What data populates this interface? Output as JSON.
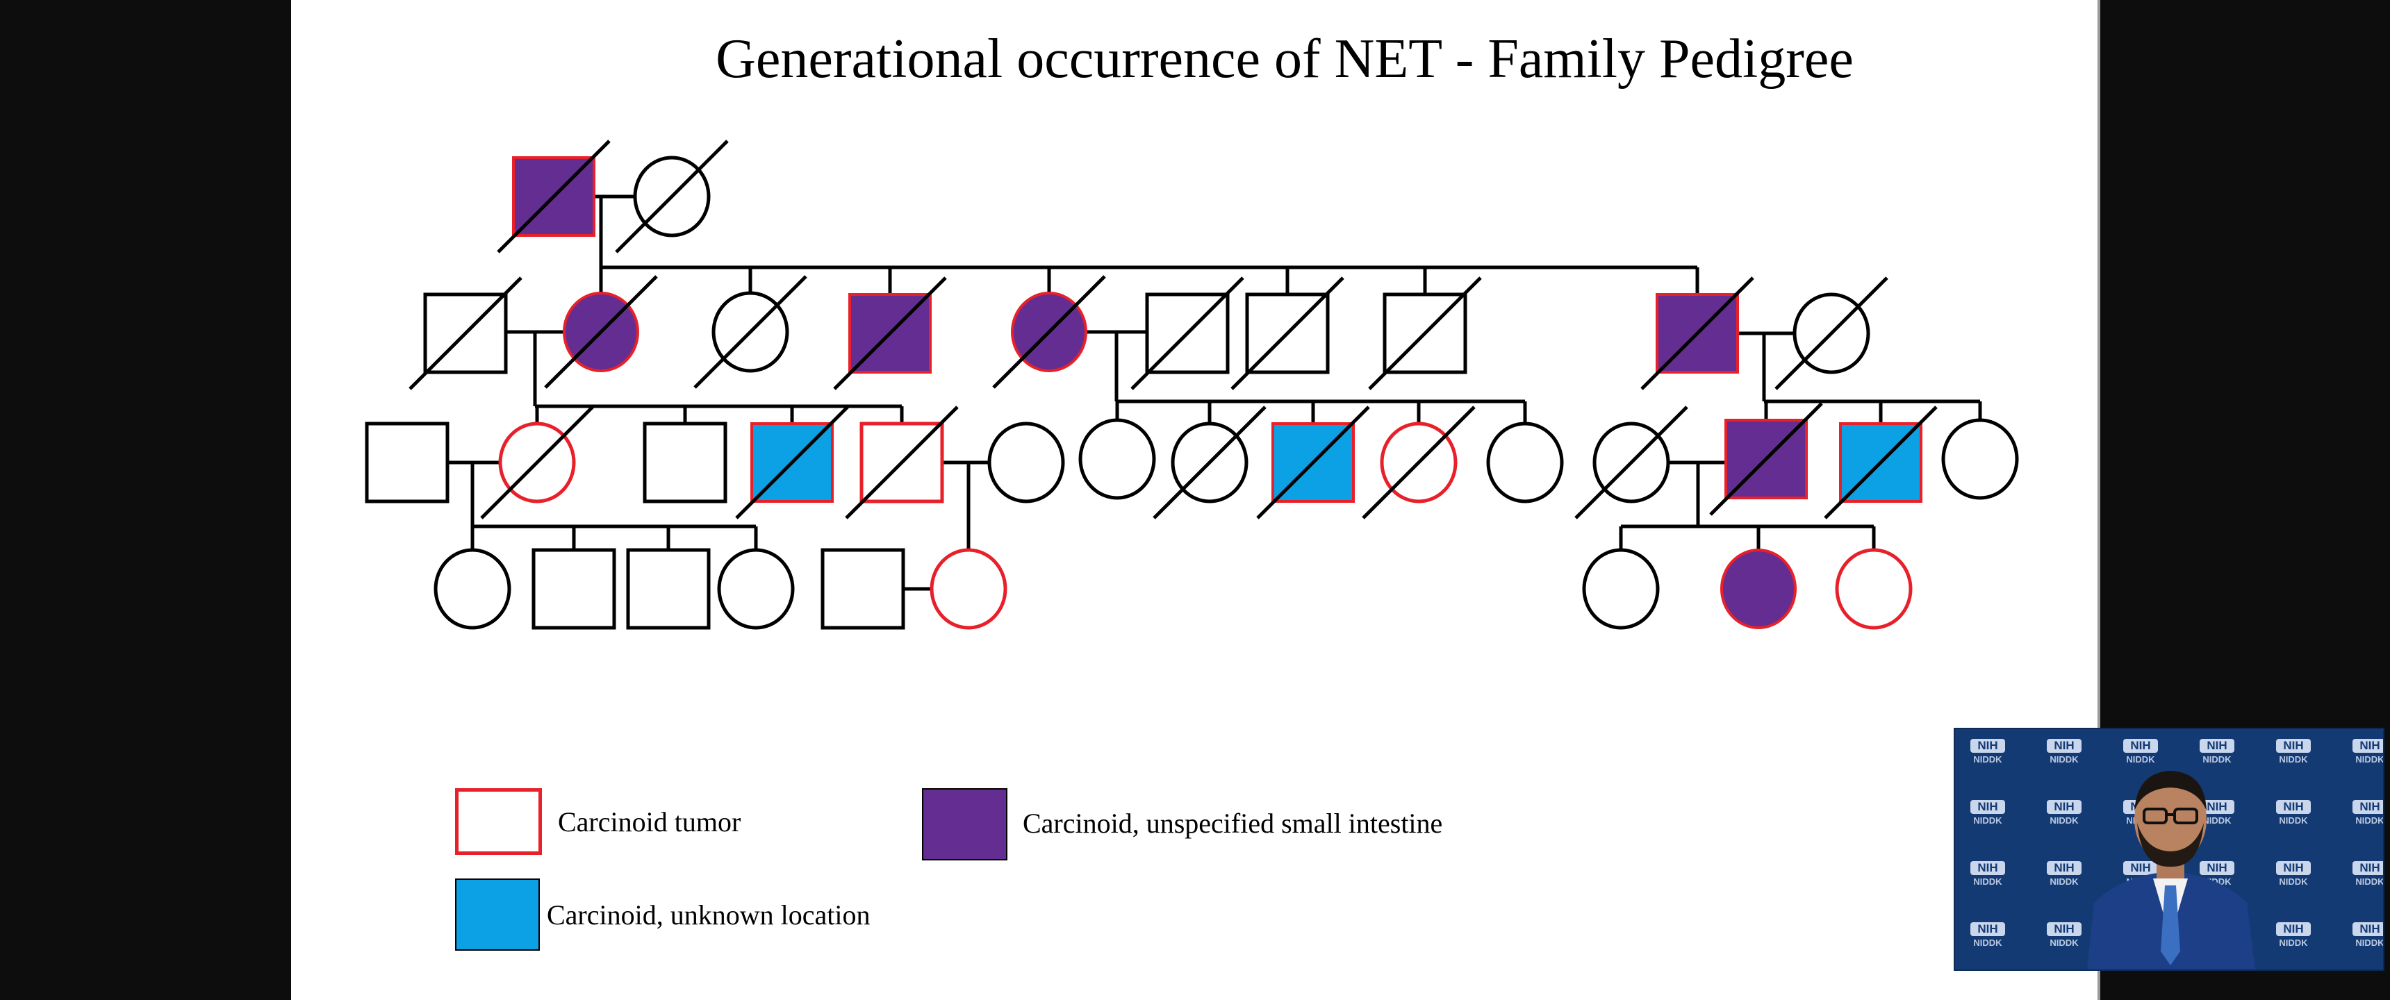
{
  "title": "Generational occurrence of NET - Family Pedigree",
  "colors": {
    "tumor_outline": "#e8202a",
    "small_intestine": "#642d91",
    "unknown_location": "#0ca0e4",
    "line": "#000000",
    "webcam_bg": "#143a74"
  },
  "legend": [
    {
      "key": "carcinoid-tumor",
      "label": "Carcinoid tumor",
      "fill": "none",
      "outline": "red"
    },
    {
      "key": "carcinoid-small-intestine",
      "label": "Carcinoid, unspecified small intestine",
      "fill": "purple",
      "outline": "black"
    },
    {
      "key": "carcinoid-unknown-location",
      "label": "Carcinoid, unknown location",
      "fill": "blue",
      "outline": "black"
    }
  ],
  "pedigree": {
    "individuals": [
      {
        "id": "I1",
        "gen": 1,
        "sex": "male",
        "status": "purple",
        "deceased": true
      },
      {
        "id": "I2",
        "gen": 1,
        "sex": "female",
        "status": "unaffected",
        "deceased": true
      },
      {
        "id": "II1",
        "gen": 2,
        "sex": "male",
        "status": "unaffected",
        "deceased": true
      },
      {
        "id": "II2",
        "gen": 2,
        "sex": "female",
        "status": "purple",
        "deceased": true
      },
      {
        "id": "II3",
        "gen": 2,
        "sex": "female",
        "status": "unaffected",
        "deceased": true
      },
      {
        "id": "II4",
        "gen": 2,
        "sex": "male",
        "status": "purple",
        "deceased": true
      },
      {
        "id": "II5",
        "gen": 2,
        "sex": "female",
        "status": "purple",
        "deceased": true
      },
      {
        "id": "II6",
        "gen": 2,
        "sex": "male",
        "status": "unaffected",
        "deceased": true
      },
      {
        "id": "II7",
        "gen": 2,
        "sex": "male",
        "status": "unaffected",
        "deceased": true
      },
      {
        "id": "II8",
        "gen": 2,
        "sex": "male",
        "status": "unaffected",
        "deceased": true
      },
      {
        "id": "II9",
        "gen": 2,
        "sex": "male",
        "status": "purple",
        "deceased": true
      },
      {
        "id": "II10",
        "gen": 2,
        "sex": "female",
        "status": "unaffected",
        "deceased": true
      },
      {
        "id": "III1",
        "gen": 3,
        "sex": "male",
        "status": "unaffected",
        "deceased": false
      },
      {
        "id": "III2",
        "gen": 3,
        "sex": "female",
        "status": "tumor",
        "deceased": true
      },
      {
        "id": "III3",
        "gen": 3,
        "sex": "male",
        "status": "unaffected",
        "deceased": false
      },
      {
        "id": "III4",
        "gen": 3,
        "sex": "male",
        "status": "blue",
        "deceased": true
      },
      {
        "id": "III5",
        "gen": 3,
        "sex": "male",
        "status": "tumor",
        "deceased": true
      },
      {
        "id": "III6",
        "gen": 3,
        "sex": "female",
        "status": "unaffected",
        "deceased": false
      },
      {
        "id": "III7",
        "gen": 3,
        "sex": "female",
        "status": "unaffected",
        "deceased": false
      },
      {
        "id": "III8",
        "gen": 3,
        "sex": "female",
        "status": "unaffected",
        "deceased": true
      },
      {
        "id": "III9",
        "gen": 3,
        "sex": "male",
        "status": "blue",
        "deceased": true
      },
      {
        "id": "III10",
        "gen": 3,
        "sex": "female",
        "status": "tumor",
        "deceased": true
      },
      {
        "id": "III11",
        "gen": 3,
        "sex": "female",
        "status": "unaffected",
        "deceased": false
      },
      {
        "id": "III12",
        "gen": 3,
        "sex": "female",
        "status": "unaffected",
        "deceased": true
      },
      {
        "id": "III13",
        "gen": 3,
        "sex": "male",
        "status": "purple",
        "deceased": true
      },
      {
        "id": "III14",
        "gen": 3,
        "sex": "male",
        "status": "blue",
        "deceased": true
      },
      {
        "id": "III15",
        "gen": 3,
        "sex": "female",
        "status": "unaffected",
        "deceased": false
      },
      {
        "id": "IV1",
        "gen": 4,
        "sex": "female",
        "status": "unaffected",
        "deceased": false
      },
      {
        "id": "IV2",
        "gen": 4,
        "sex": "male",
        "status": "unaffected",
        "deceased": false
      },
      {
        "id": "IV3",
        "gen": 4,
        "sex": "male",
        "status": "unaffected",
        "deceased": false
      },
      {
        "id": "IV4",
        "gen": 4,
        "sex": "female",
        "status": "unaffected",
        "deceased": false
      },
      {
        "id": "IV5",
        "gen": 4,
        "sex": "male",
        "status": "unaffected",
        "deceased": false
      },
      {
        "id": "IV6",
        "gen": 4,
        "sex": "female",
        "status": "tumor",
        "deceased": false
      },
      {
        "id": "IV7",
        "gen": 4,
        "sex": "female",
        "status": "unaffected",
        "deceased": false
      },
      {
        "id": "IV8",
        "gen": 4,
        "sex": "female",
        "status": "purple",
        "deceased": false
      },
      {
        "id": "IV9",
        "gen": 4,
        "sex": "female",
        "status": "tumor",
        "deceased": false
      }
    ],
    "couples": [
      {
        "id": "M1",
        "partners": [
          "I1",
          "I2"
        ],
        "children": [
          "II2",
          "II3",
          "II4",
          "II5",
          "II7",
          "II8",
          "II9"
        ]
      },
      {
        "id": "M2",
        "partners": [
          "II1",
          "II2"
        ],
        "children": [
          "III2",
          "III3",
          "III4",
          "III5"
        ]
      },
      {
        "id": "M3",
        "partners": [
          "II5",
          "II6"
        ],
        "children": [
          "III7",
          "III8",
          "III9",
          "III10",
          "III11"
        ]
      },
      {
        "id": "M4",
        "partners": [
          "II9",
          "II10"
        ],
        "children": [
          "III13",
          "III14",
          "III15"
        ]
      },
      {
        "id": "M5",
        "partners": [
          "III1",
          "III2"
        ],
        "children": [
          "IV1",
          "IV2",
          "IV3",
          "IV4"
        ]
      },
      {
        "id": "M6",
        "partners": [
          "III5",
          "III6"
        ],
        "children": [
          "IV6"
        ]
      },
      {
        "id": "M7",
        "partners": [
          "III12",
          "III13"
        ],
        "children": [
          "IV7",
          "IV8",
          "IV9"
        ]
      },
      {
        "id": "M8",
        "partners": [
          "IV5",
          "IV6"
        ],
        "children": []
      }
    ]
  },
  "webcam": {
    "logo_text": "NIH",
    "logo_subtext": "NIDDK"
  }
}
